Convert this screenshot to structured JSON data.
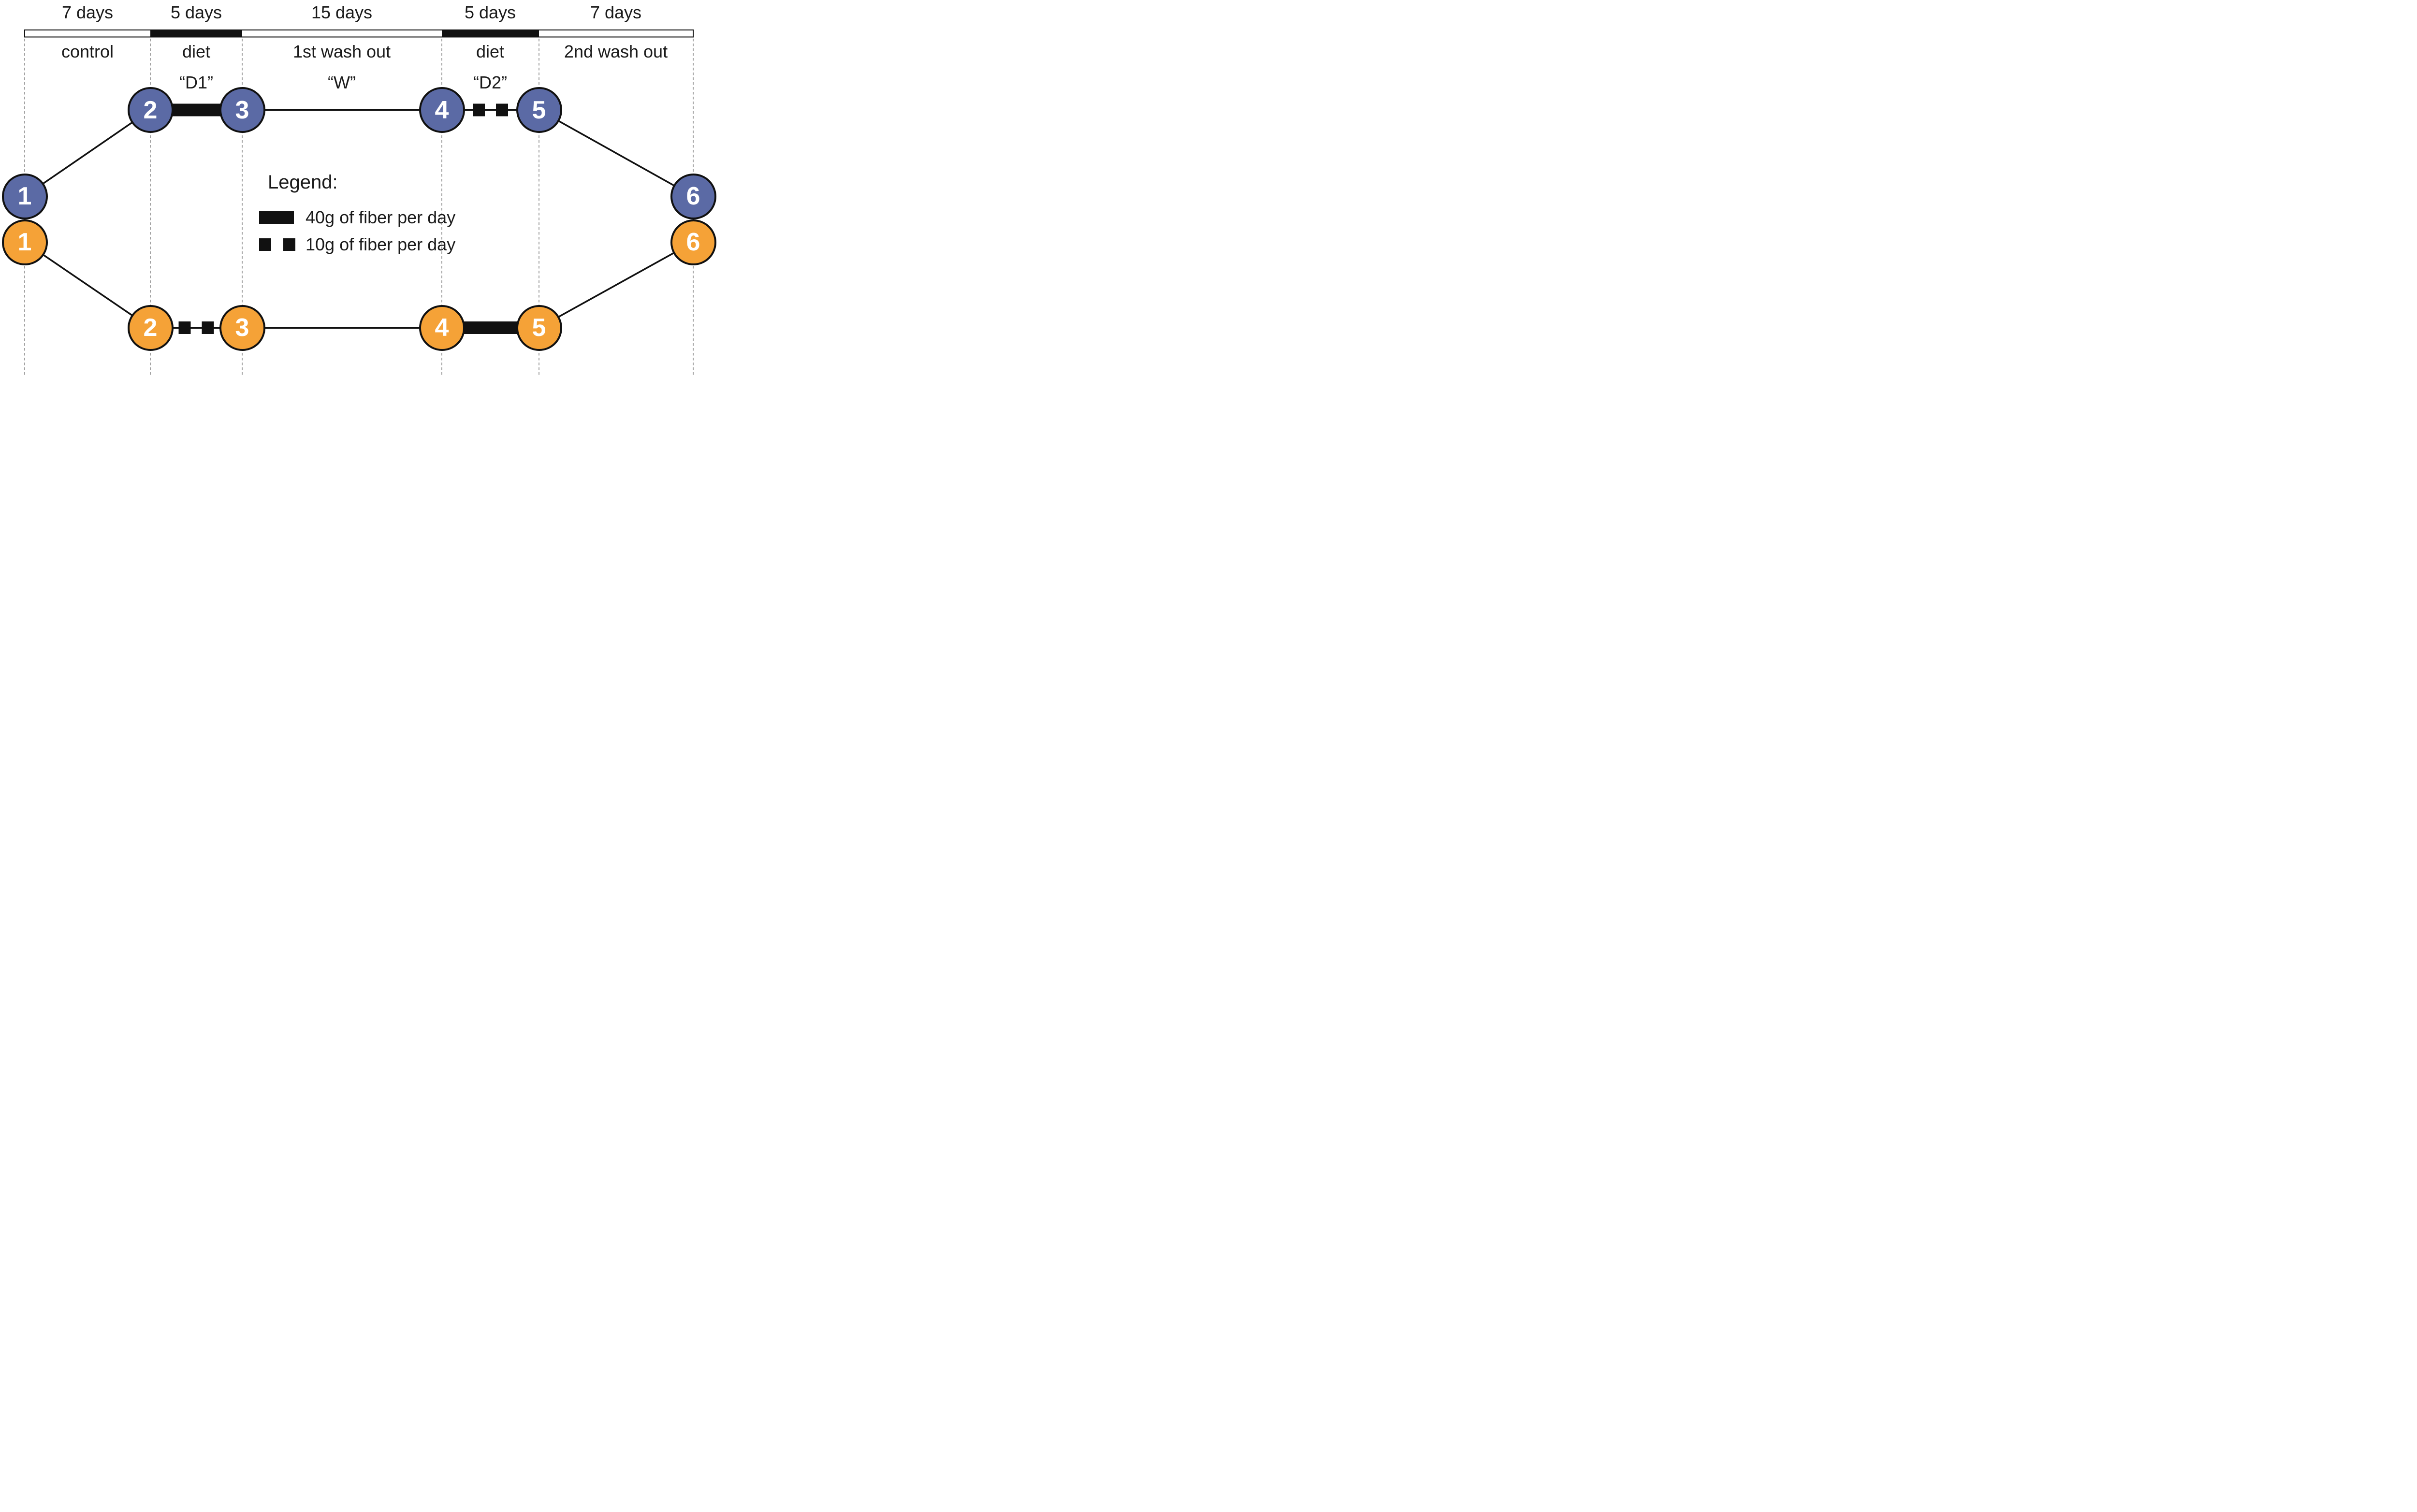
{
  "figure": {
    "description": "Crossover dietary fiber study design with two arms and six visits per arm"
  },
  "timeline": {
    "segments": [
      {
        "duration": "7 days",
        "phase": "control",
        "type": "control"
      },
      {
        "duration": "5 days",
        "phase": "diet",
        "code": "“D1”",
        "type": "diet"
      },
      {
        "duration": "15 days",
        "phase": "1st wash out",
        "code": "“W”",
        "type": "washout"
      },
      {
        "duration": "5 days",
        "phase": "diet",
        "code": "“D2”",
        "type": "diet"
      },
      {
        "duration": "7 days",
        "phase": "2nd wash out",
        "type": "washout"
      }
    ]
  },
  "arms": {
    "top": {
      "color": "#5B6AA5",
      "nodes": [
        "1",
        "2",
        "3",
        "4",
        "5",
        "6"
      ]
    },
    "bottom": {
      "color": "#F5A237",
      "nodes": [
        "1",
        "2",
        "3",
        "4",
        "5",
        "6"
      ]
    }
  },
  "legend": {
    "title": "Legend:",
    "items": [
      {
        "symbol": "thick-bar",
        "label": "40g of fiber per day"
      },
      {
        "symbol": "dashed-squares",
        "label": "10g of fiber per day"
      }
    ]
  },
  "colors": {
    "arm_top_blue": "#5B6AA5",
    "arm_bottom_orange": "#F5A237",
    "line_black": "#111111",
    "dashed_guide_gray": "#999999",
    "node_number_text": "#ffffff"
  }
}
